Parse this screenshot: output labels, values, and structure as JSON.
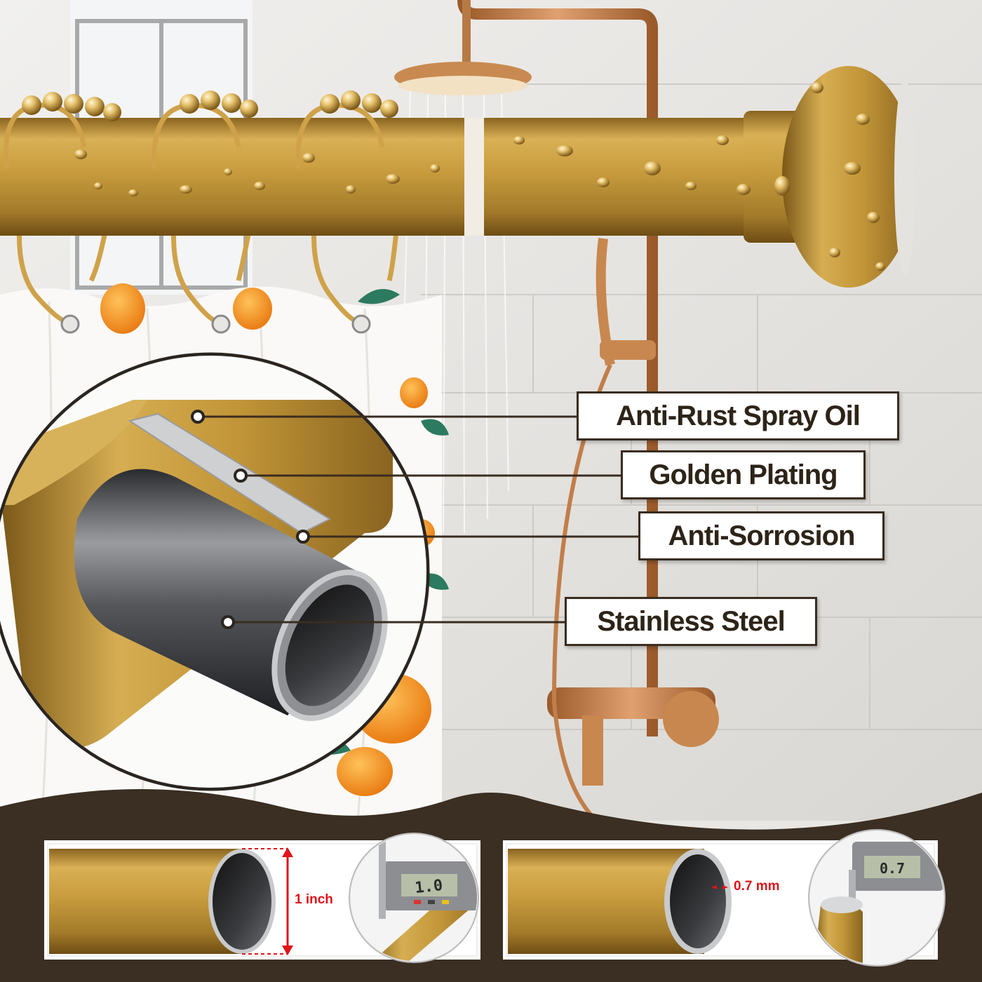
{
  "layers": [
    {
      "label": "Anti-Rust Spray Oil"
    },
    {
      "label": "Golden Plating"
    },
    {
      "label": "Anti-Sorrosion"
    },
    {
      "label": "Stainless Steel"
    }
  ],
  "measurements": {
    "diameter": {
      "label": "1 inch",
      "caliper_reading": "1.0"
    },
    "wall": {
      "label": "0.7 mm",
      "caliper_reading": "0.7"
    }
  },
  "colors": {
    "gold": "#c89a3a",
    "dark_brown": "#3a2c1f",
    "accent_red": "#e0141a",
    "steel": "#4a4b4f"
  }
}
